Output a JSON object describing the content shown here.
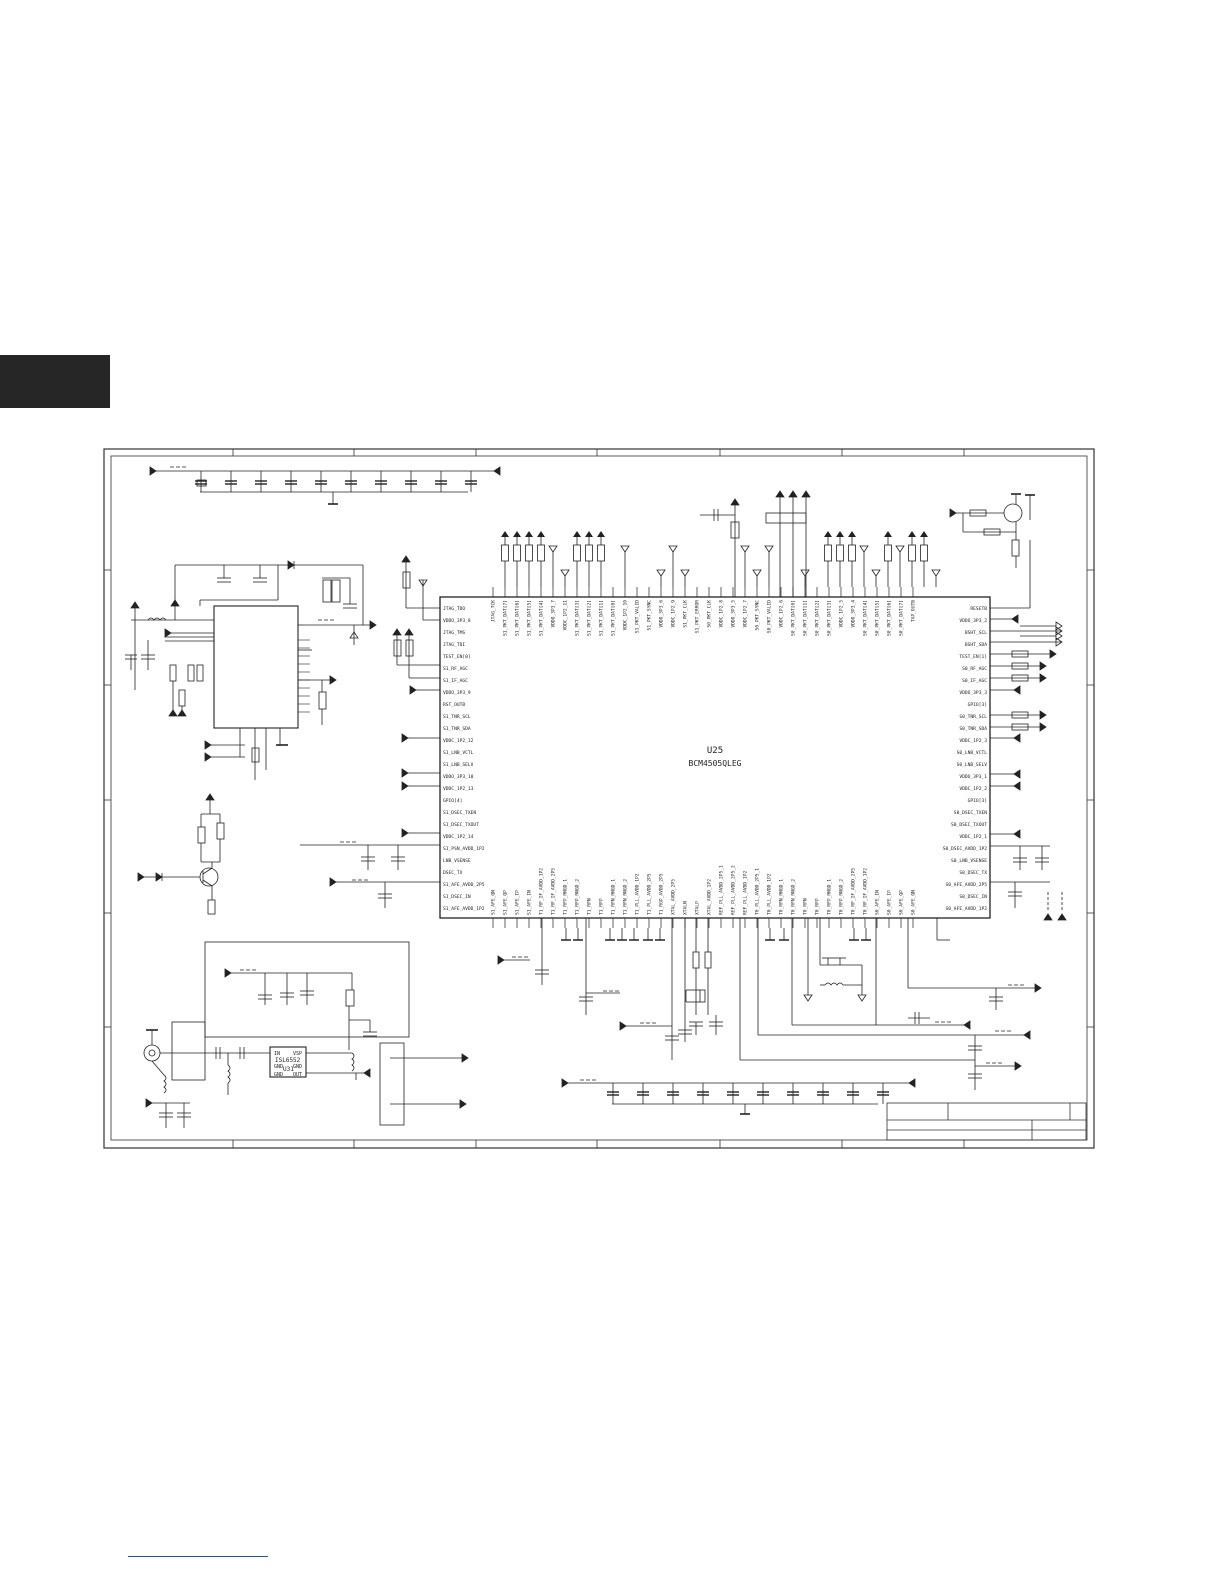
{
  "chip": {
    "ref": "U25",
    "part": "BCM4505QLEG"
  },
  "lnb_chip": {
    "ref": "U31",
    "part": "ISL6552",
    "pins": [
      "IN",
      "VSP",
      "GND",
      "GND",
      "GND",
      "OUT"
    ]
  },
  "pins_left": [
    "JTAG_TDO",
    "VDDO_3P3_8",
    "JTAG_TMS",
    "JTAG_TDI",
    "TEST_EN[0]",
    "S1_RF_AGC",
    "S1_IF_AGC",
    "VDDO_3P3_9",
    "RST_OUTB",
    "S1_TNR_SCL",
    "S1_TNR_SDA",
    "VDDC_1P2_12",
    "S1_LNB_VCTL",
    "S1_LNB_SELV",
    "VDDO_3P3_10",
    "VDDC_1P2_13",
    "GPIO[4]",
    "S1_DSEC_TXEN",
    "S1_DSEC_TXOUT",
    "VDDC_1P2_14",
    "S1_PSN_AVDD_1P2",
    "LNB_VSENSE",
    "DSEC_TX",
    "S1_AFE_AVDD_2P5",
    "S1_DSEC_IN",
    "S1_AFE_AVDD_1P2"
  ],
  "pins_right": [
    "RESETB",
    "VDDO_3P3_2",
    "BSHT_SCL",
    "BSHT_SDA",
    "TEST_EN[1]",
    "S0_RF_AGC",
    "S0_IF_AGC",
    "VDDO_3P3_3",
    "GPIO[3]",
    "S0_TNR_SCL",
    "S0_TNR_SDA",
    "VDDC_1P2_3",
    "S0_LNB_VCTL",
    "S0_LNB_SELV",
    "VDDO_3P3_1",
    "VDDC_1P2_2",
    "GPIO[3]",
    "S0_DSEC_TXEN",
    "S0_DSEC_TXOUT",
    "VDDC_1P2_1",
    "S0_DSEC_AVDD_1P2",
    "S0_LNB_VSENSE",
    "S0_DSEC_TX",
    "S0_AFE_AVDD_2P5",
    "S0_DSEC_IN",
    "S0_AFE_AVDD_1P2"
  ],
  "pins_top": [
    "JTAG_TCK",
    "S1_PKT_DAT[7]",
    "S1_PKT_DAT[6]",
    "S1_PKT_DAT[5]",
    "S1_PKT_DAT[4]",
    "VDDO_3P3_7",
    "VDDC_1P2_11",
    "S1_PKT_DAT[3]",
    "S1_PKT_DAT[2]",
    "S1_PKT_DAT[1]",
    "S1_PKT_DAT[0]",
    "VDDC_1P2_10",
    "S1_PKT_VALID",
    "S1_PKT_SYNC",
    "VDDO_3P3_6",
    "VDDC_1P2_9",
    "S1_PKT_CLK",
    "S1_PKT_ERROR",
    "S0_PKT_CLK",
    "VDDC_1P2_8",
    "VDDO_3P3_5",
    "VDDC_1P2_7",
    "S0_PKT_SYNC",
    "S0_PKT_VALID",
    "VDDC_1P2_6",
    "S0_PKT_DAT[0]",
    "S0_PKT_DAT[1]",
    "S0_PKT_DAT[2]",
    "S0_PKT_DAT[3]",
    "VDDC_1P2_5",
    "VDDO_3P3_4",
    "S0_PKT_DAT[4]",
    "S0_PKT_DAT[5]",
    "S0_PKT_DAT[6]",
    "S0_PKT_DAT[7]",
    "TAP_OUTB"
  ],
  "pins_bottom": [
    "S1_AFE_QN",
    "S1_AFE_QP",
    "S1_AFE_IP",
    "S1_AFE_IN",
    "T1_RF_IF_AVDD_1P2",
    "T1_RF_IF_AVDD_2P5",
    "T1_RFP_RNGD_1",
    "T1_RFP_RNGD_2",
    "T1_RFN",
    "T1_RFP",
    "T1_RFN_RNGD_1",
    "T1_RFN_RNGD_2",
    "T1_PLL_AVDD_1P2",
    "T1_PLL_AVDD_2P5",
    "T1_RGP_AVDD_2P5",
    "XTAL_AVDD_2P5",
    "XTALN",
    "XTALP",
    "XTAL_AVDD_1P2",
    "REF_PLL_AVDD_2P5_1",
    "REF_PLL_AVDD_2P5_2",
    "REF_PLL_AVDD_1P2",
    "T0_PLL_AVDD_2P5_1",
    "T0_PLL_AVDD_1P2",
    "T0_RFN_RNGD_1",
    "T0_RFN_RNGD_2",
    "T0_RFN",
    "T0_RFP",
    "T0_RFP_RNGD_1",
    "T0_RFP_RNGD_2",
    "T0_RF_IF_AVDD_2P5",
    "T0_RF_IF_AVDD_1P2",
    "S0_AFE_IN",
    "S0_AFE_IP",
    "S0_AFE_QP",
    "S0_AFE_QN"
  ]
}
